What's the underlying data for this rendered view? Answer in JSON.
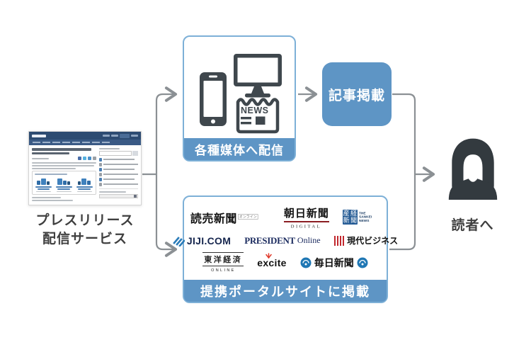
{
  "left_source": {
    "caption_line1": "プレスリリース",
    "caption_line2": "配信サービス"
  },
  "media_box": {
    "label": "各種媒体へ配信",
    "newspaper_text": "NEWS",
    "icons": [
      "smartphone-icon",
      "monitor-icon",
      "newspaper-icon"
    ]
  },
  "article_box": {
    "label": "記事掲載"
  },
  "portal_box": {
    "label": "提携ポータルサイトに掲載",
    "logos": {
      "yomiuri": {
        "text": "読売新聞",
        "badge": "オンライン"
      },
      "asahi": {
        "text": "朝日新聞",
        "sub": "DIGITAL"
      },
      "sankei": {
        "chars": [
          "産",
          "経",
          "新",
          "聞"
        ],
        "lines": [
          "THE",
          "SANKEI",
          "NEWS"
        ]
      },
      "jiji": {
        "text": "JIJI.COM"
      },
      "president": {
        "text": "PRESIDENT",
        "sub": "Online"
      },
      "gendai": {
        "text": "現代ビジネス"
      },
      "toyokeizai": {
        "text": "東洋経済",
        "sub": "ONLINE"
      },
      "excite": {
        "text": "excite"
      },
      "mainichi": {
        "text": "毎日新聞"
      }
    }
  },
  "reader": {
    "label": "読者へ"
  },
  "colors": {
    "accent_blue": "#5e95c5",
    "box_border": "#7db0d7",
    "arrow_gray": "#8b9094",
    "icon_dark": "#3f474d",
    "sankei_blue": "#275d96",
    "red_accent": "#c1272d"
  }
}
